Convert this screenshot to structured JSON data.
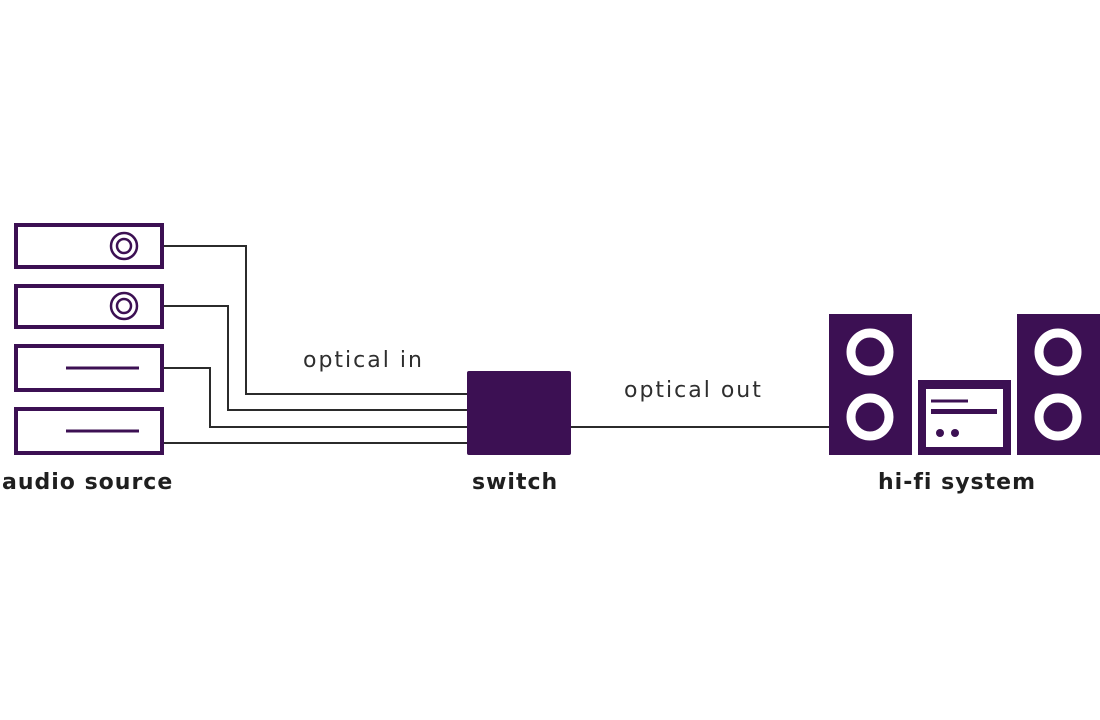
{
  "labels": {
    "audio_source": "audio source",
    "switch": "switch",
    "hifi_system": "hi-fi system",
    "optical_in": "optical in",
    "optical_out": "optical out"
  },
  "colors": {
    "device": "#3c1053",
    "wire": "#2b2b2b",
    "text": "#2e2e2e",
    "background": "#ffffff"
  },
  "audio_sources": [
    {
      "type": "disc-player",
      "icon": "disc-icon"
    },
    {
      "type": "disc-player",
      "icon": "disc-icon"
    },
    {
      "type": "slot-device",
      "icon": "slot-icon"
    },
    {
      "type": "slot-device",
      "icon": "slot-icon"
    }
  ]
}
